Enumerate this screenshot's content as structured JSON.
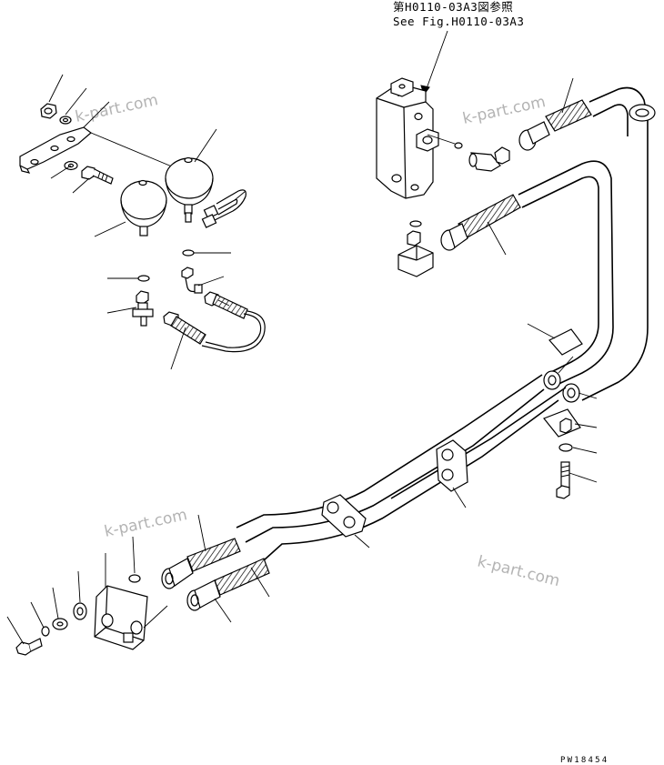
{
  "reference": {
    "jp": "第H0110-03A3図参照",
    "en": "See Fig.H0110-03A3"
  },
  "watermarks": [
    "k-part.com",
    "k-part.com",
    "k-part.com",
    "k-part.com"
  ],
  "drawing_code": "PW18454"
}
